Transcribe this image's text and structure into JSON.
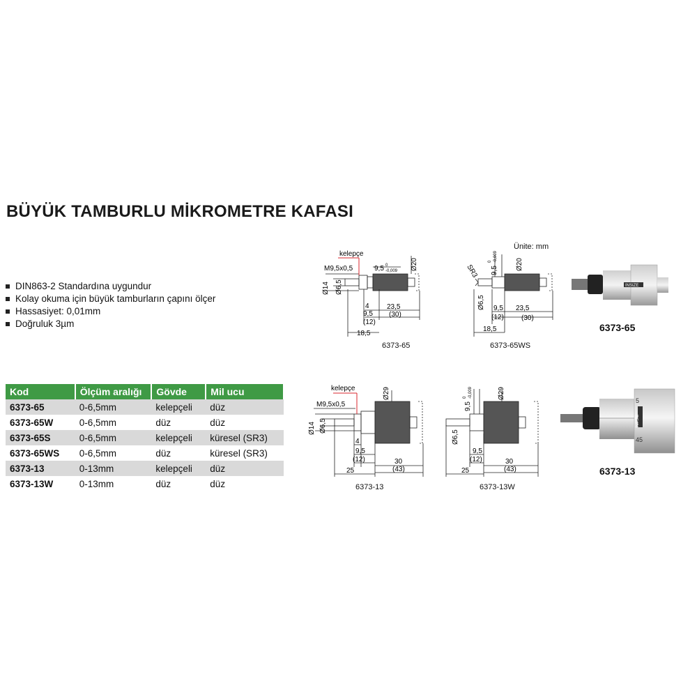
{
  "title": "BÜYÜK TAMBURLU MİKROMETRE KAFASI",
  "features": [
    "DIN863-2 Standardına uygundur",
    "Kolay okuma için büyük tamburların çapını ölçer",
    "Hassasiyet: 0,01mm",
    "Doğruluk 3µm"
  ],
  "table": {
    "headers": [
      "Kod",
      "Ölçüm aralığı",
      "Gövde",
      "Mil ucu"
    ],
    "rows": [
      [
        "6373-65",
        "0-6,5mm",
        "kelepçeli",
        "düz"
      ],
      [
        "6373-65W",
        "0-6,5mm",
        "düz",
        "düz"
      ],
      [
        "6373-65S",
        "0-6,5mm",
        "kelepçeli",
        "küresel (SR3)"
      ],
      [
        "6373-65WS",
        "0-6,5mm",
        "düz",
        "küresel (SR3)"
      ],
      [
        "6373-13",
        "0-13mm",
        "kelepçeli",
        "düz"
      ],
      [
        "6373-13W",
        "0-13mm",
        "düz",
        "düz"
      ]
    ]
  },
  "unit_note": "Ünite: mm",
  "drawings": {
    "d1": {
      "caption": "6373-65",
      "kelepce": "kelepçe",
      "thread": "M9,5x0,5",
      "dim_a": "9,5",
      "dim_a_tol": "-0,009",
      "dim_a_tol0": "0",
      "dia_big": "Ø20",
      "dia_14": "Ø14",
      "dia_65": "Ø6,5",
      "d4": "4",
      "d95": "9,5",
      "d12": "(12)",
      "d185": "18,5",
      "d235": "23,5",
      "d30": "(30)"
    },
    "d2": {
      "caption": "6373-65WS",
      "sr": "SR3",
      "dim_a": "9,5",
      "dim_a_tol": "-0,009",
      "dim_a_tol0": "0",
      "dia_big": "Ø20",
      "dia_65": "Ø6,5",
      "d95": "9,5",
      "d12": "(12)",
      "d185": "18,5",
      "d235": "23,5",
      "d30": "(30)"
    },
    "d3": {
      "caption": "6373-13",
      "kelepce": "kelepçe",
      "thread": "M9,5x0,5",
      "dia_big": "Ø29",
      "dia_14": "Ø14",
      "dia_65": "Ø6,5",
      "d4": "4",
      "d95": "9,5",
      "d12": "(12)",
      "d30": "30",
      "d25": "25",
      "d43": "(43)"
    },
    "d4": {
      "caption": "6373-13W",
      "dim_a": "9,5",
      "dim_a_tol": "-0,009",
      "dim_a_tol0": "0",
      "dia_big": "Ø29",
      "dia_65": "Ø6,5",
      "d95": "9,5",
      "d12": "(12)",
      "d30": "30",
      "d25": "25",
      "d43": "(43)"
    }
  },
  "products": [
    {
      "label": "6373-65",
      "brand": "INSIZE"
    },
    {
      "label": "6373-13",
      "brand": "INSIZE",
      "scale": [
        "5",
        "0",
        "45"
      ]
    }
  ],
  "colors": {
    "header_green": "#3f9a45",
    "row_gray": "#d9d9d9",
    "leader_red": "#d9262c"
  }
}
